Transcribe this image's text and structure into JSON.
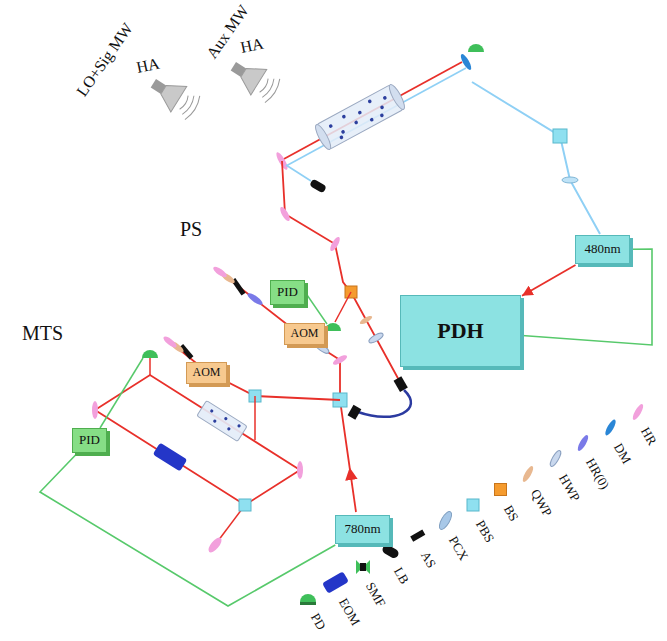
{
  "diagram": {
    "nodes": [
      {
        "text": [
          "MTS"
        ]
      },
      {
        "text": [
          "PID"
        ],
        "in": 0
      },
      {
        "text": [
          "AOM"
        ],
        "in": 0
      },
      {
        "text": [
          "PS"
        ]
      },
      {
        "text": [
          "PID"
        ],
        "in": 3
      },
      {
        "text": [
          "AOM"
        ],
        "in": 3
      },
      {
        "text": [
          "780nm"
        ]
      },
      {
        "text": [
          "PDH"
        ]
      },
      {
        "text": [
          "480nm"
        ]
      }
    ],
    "edges": [
      {
        "from": 8,
        "to": 7,
        "arrow": "to"
      },
      {
        "from": 7,
        "to": 8,
        "arrow": "none"
      },
      {
        "from": 6,
        "to": 1,
        "arrow": "none"
      }
    ],
    "labels": [
      "LO+Sig MW",
      "HA",
      "Aux MW",
      "HA"
    ],
    "legend": [
      {
        "text": "PD"
      },
      {
        "text": "EOM"
      },
      {
        "text": "SMF"
      },
      {
        "text": "LB"
      },
      {
        "text": "AS"
      },
      {
        "text": "PCX"
      },
      {
        "text": "PBS"
      },
      {
        "text": "BS"
      },
      {
        "text": "QWP"
      },
      {
        "text": "HWP"
      },
      {
        "text": "HR(0)"
      },
      {
        "text": "DM"
      },
      {
        "text": "HR"
      }
    ]
  }
}
